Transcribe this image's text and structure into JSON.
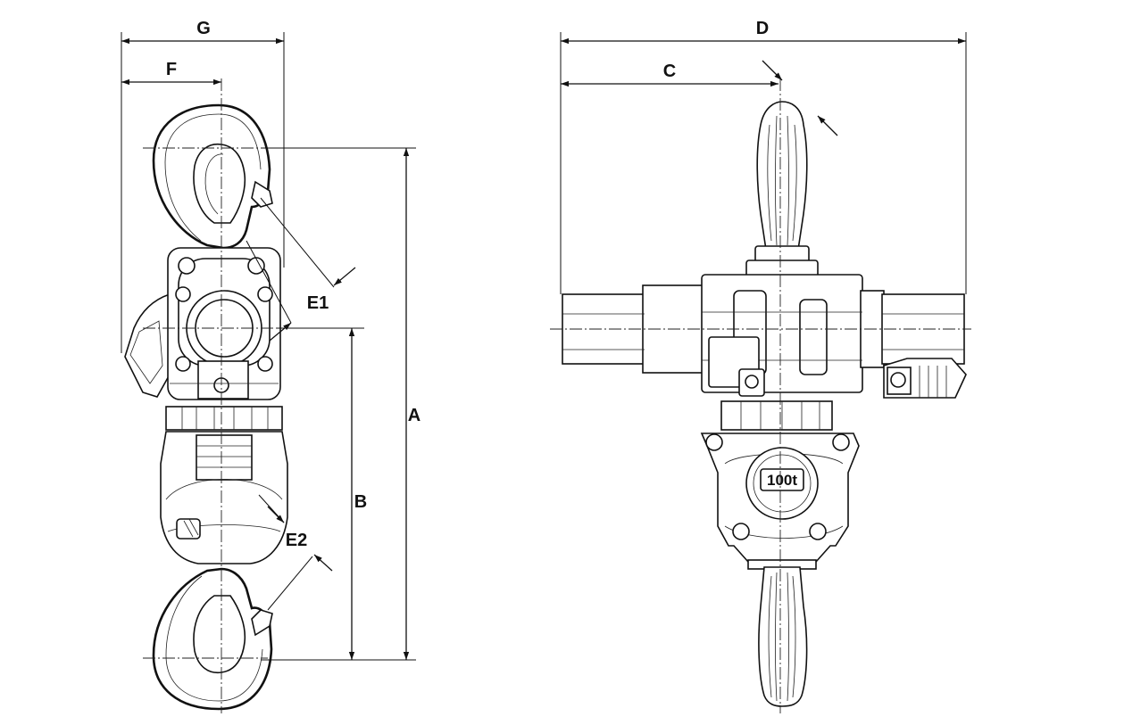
{
  "labels": {
    "A": "A",
    "B": "B",
    "C": "C",
    "D": "D",
    "E1": "E1",
    "E2": "E2",
    "F": "F",
    "G": "G"
  },
  "capacity_badge": "100t",
  "colors": {
    "line": "#111111",
    "background": "#ffffff"
  }
}
